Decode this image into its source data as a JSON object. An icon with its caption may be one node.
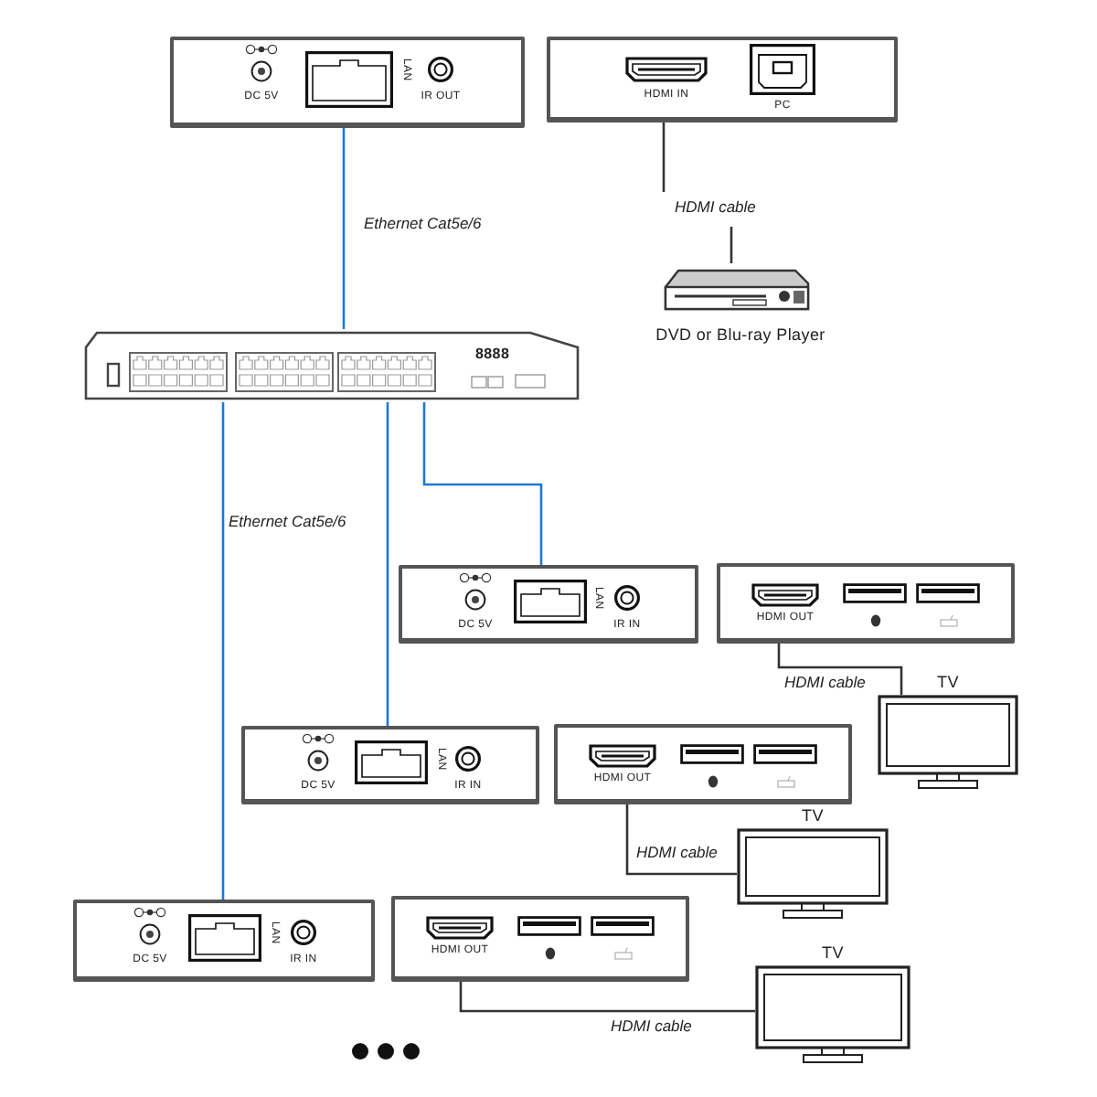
{
  "diagram": {
    "nodes": [
      {
        "text": [
          "DC 5V",
          "LAN",
          "IR OUT"
        ]
      },
      {
        "text": [
          "HDMI IN",
          "PC"
        ]
      },
      {
        "text": [],
        "shape": "picture",
        "beside": [
          "DVD or Blu-ray Player"
        ]
      },
      {
        "text": [
          "8888"
        ]
      },
      {
        "text": [
          "DC 5V",
          "LAN",
          "IR IN"
        ]
      },
      {
        "text": [
          "HDMI OUT"
        ]
      },
      {
        "text": [
          "TV"
        ]
      },
      {
        "text": [
          "DC 5V",
          "LAN",
          "IR IN"
        ]
      },
      {
        "text": [
          "HDMI OUT"
        ]
      },
      {
        "text": [
          "TV"
        ]
      },
      {
        "text": [
          "DC 5V",
          "LAN",
          "IR IN"
        ]
      },
      {
        "text": [
          "HDMI OUT"
        ]
      },
      {
        "text": [
          "TV"
        ]
      }
    ],
    "edges": [
      {
        "from": 0,
        "to": 3,
        "arrow": "none",
        "label": "Ethernet Cat5e/6",
        "color": "#1f78d1"
      },
      {
        "from": 1,
        "to": 2,
        "arrow": "none",
        "label": "HDMI cable",
        "color": "#333333"
      },
      {
        "from": 3,
        "to": 10,
        "arrow": "none",
        "label": "Ethernet Cat5e/6",
        "color": "#1f78d1"
      },
      {
        "from": 3,
        "to": 7,
        "arrow": "none",
        "color": "#1f78d1"
      },
      {
        "from": 3,
        "to": 4,
        "arrow": "none",
        "color": "#1f78d1"
      },
      {
        "from": 5,
        "to": 6,
        "arrow": "none",
        "label": "HDMI cable",
        "color": "#333333"
      },
      {
        "from": 8,
        "to": 9,
        "arrow": "none",
        "label": "HDMI cable",
        "color": "#333333"
      },
      {
        "from": 11,
        "to": 12,
        "arrow": "none",
        "label": "HDMI cable",
        "color": "#333333"
      }
    ]
  }
}
